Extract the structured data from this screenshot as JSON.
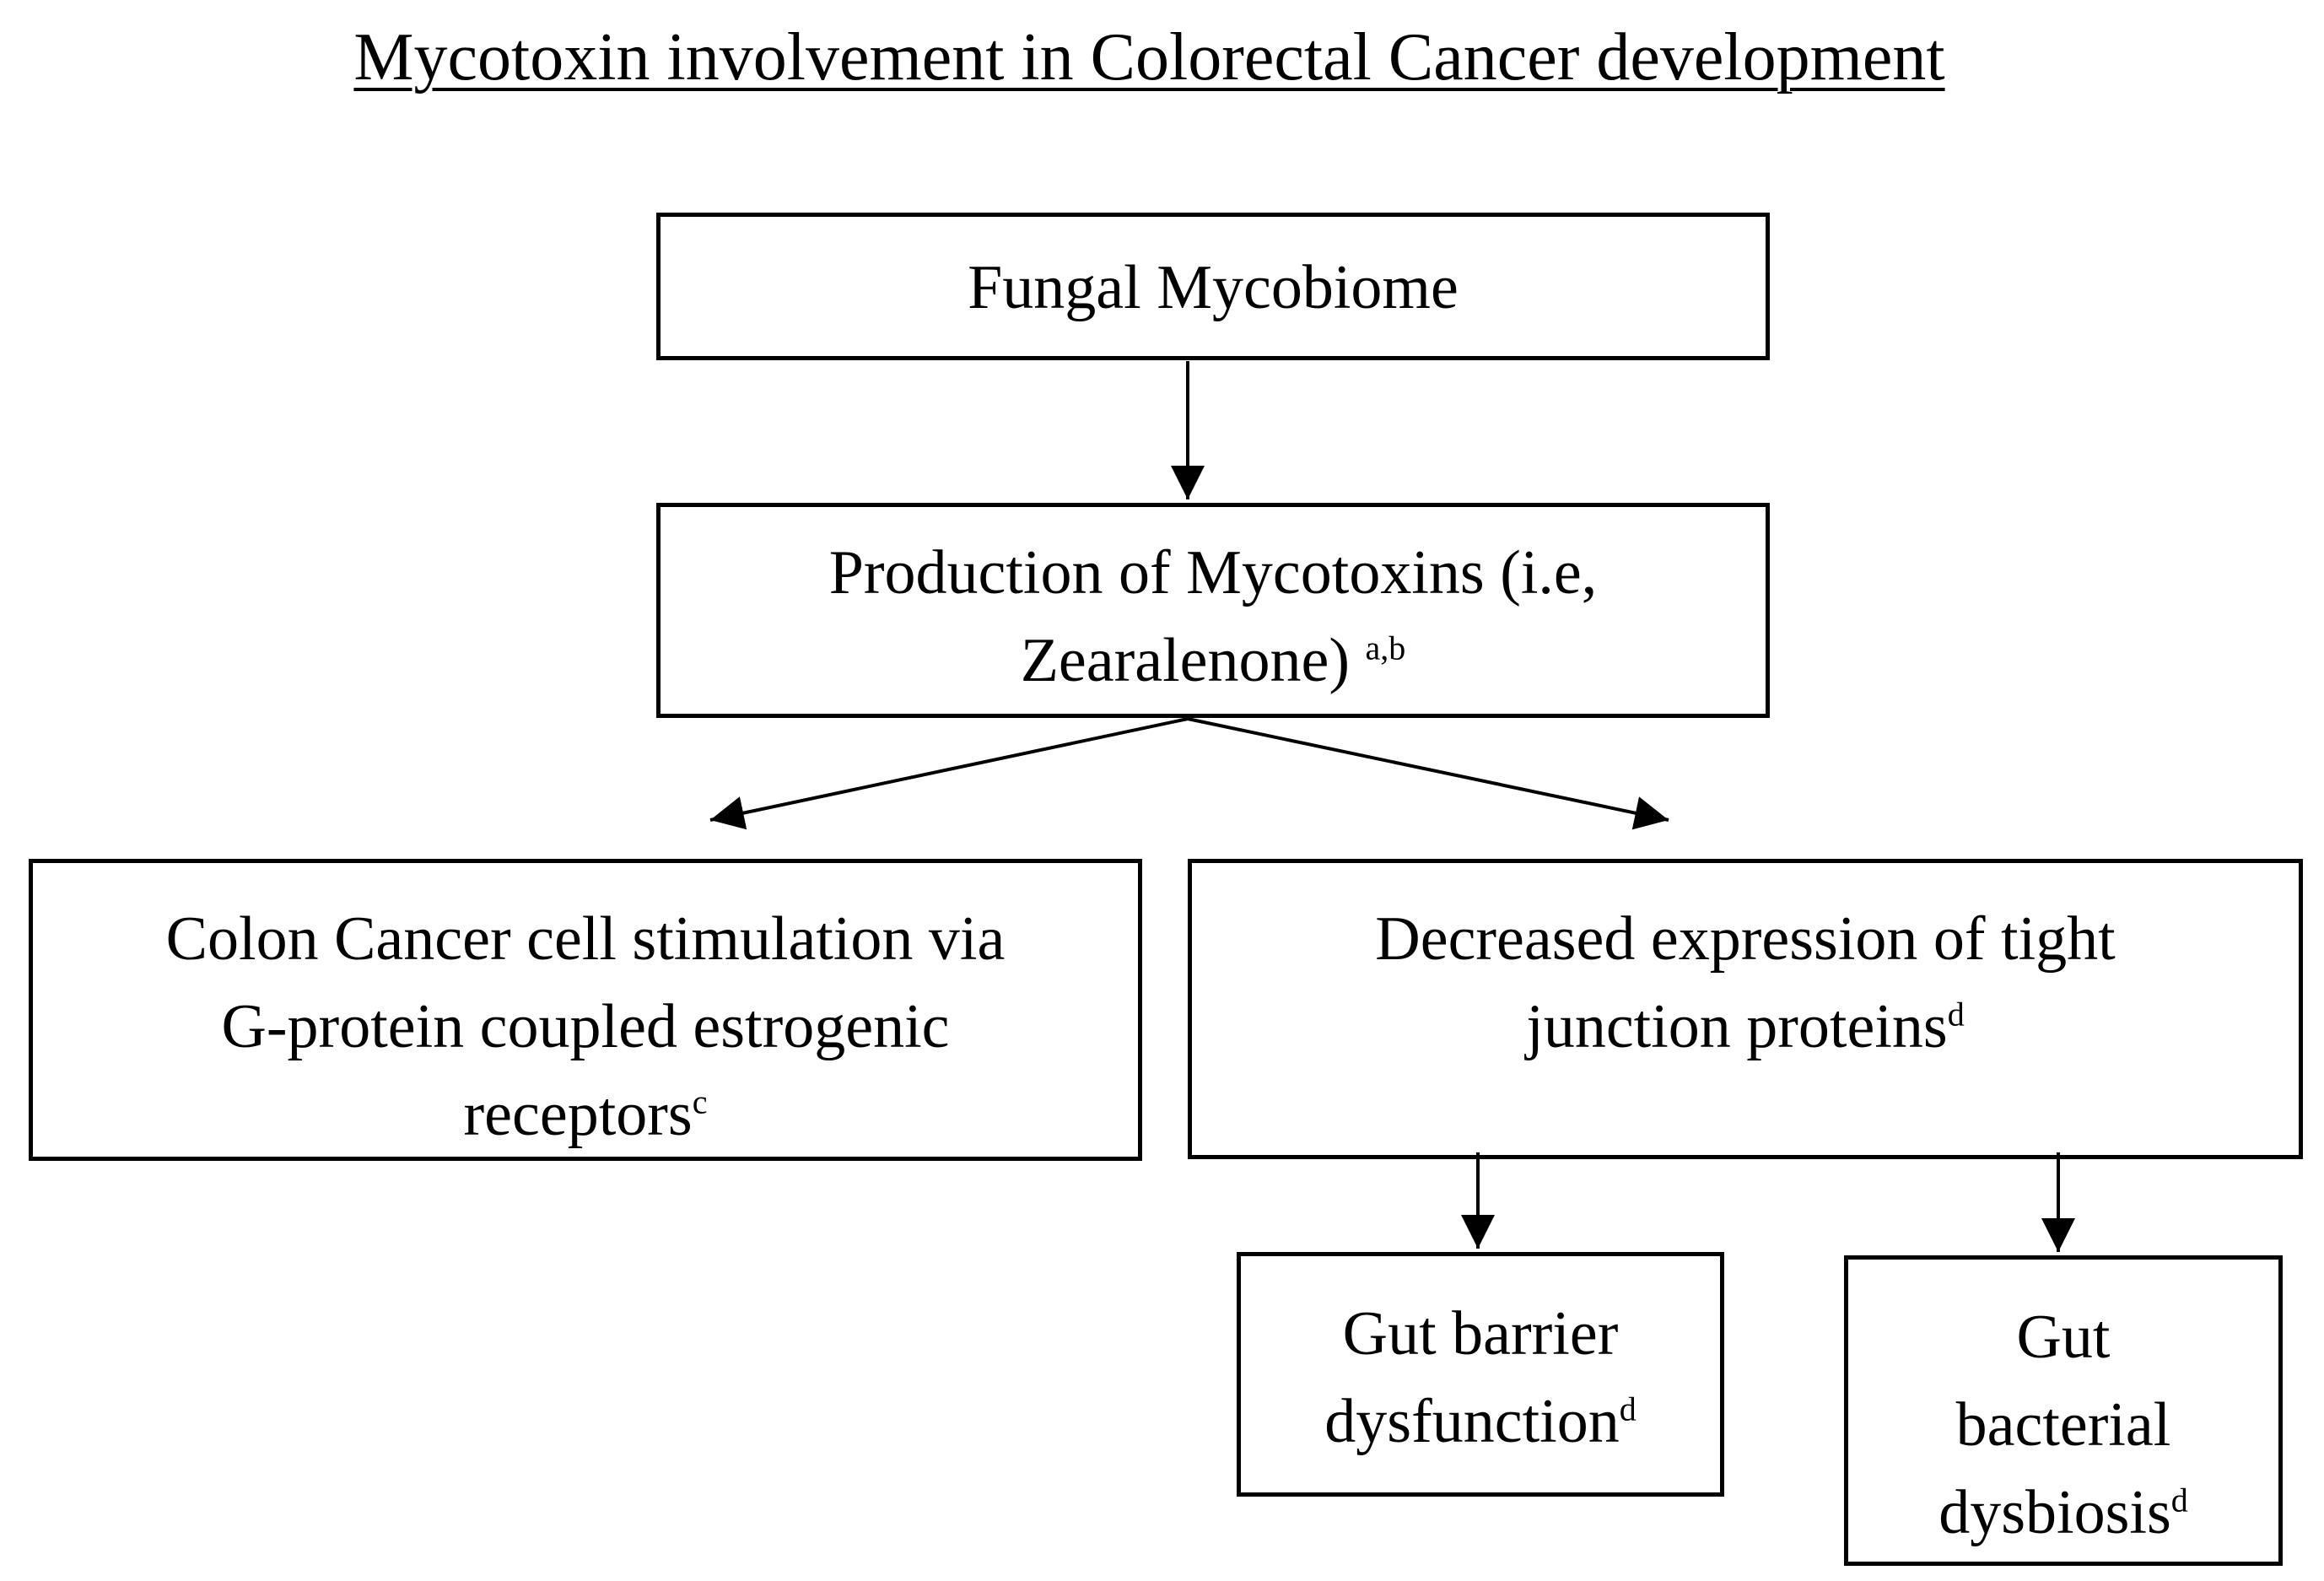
{
  "title": "Mycotoxin involvement in Colorectal Cancer development",
  "nodes": {
    "fungal": {
      "text": "Fungal Mycobiome"
    },
    "production": {
      "line1": "Production of Mycotoxins (i.e,",
      "line2": "Zearalenone)",
      "sup": "a,b"
    },
    "colon": {
      "line1": "Colon Cancer cell stimulation via",
      "line2": "G-protein coupled estrogenic",
      "line3": "receptors",
      "sup": "c"
    },
    "decreased": {
      "line1": "Decreased expression of tight",
      "line2": "junction proteins",
      "sup": "d"
    },
    "gut_barrier": {
      "line1": "Gut barrier",
      "line2": "dysfunction",
      "sup": "d"
    },
    "dysbiosis": {
      "line1": "Gut",
      "line2": "bacterial",
      "line3": "dysbiosis",
      "sup": "d"
    }
  },
  "edges": [
    {
      "from": "fungal",
      "to": "production"
    },
    {
      "from": "production",
      "to": "colon"
    },
    {
      "from": "production",
      "to": "decreased"
    },
    {
      "from": "decreased",
      "to": "gut_barrier"
    },
    {
      "from": "decreased",
      "to": "dysbiosis"
    }
  ],
  "colors": {
    "line": "#000000",
    "background": "#ffffff"
  }
}
